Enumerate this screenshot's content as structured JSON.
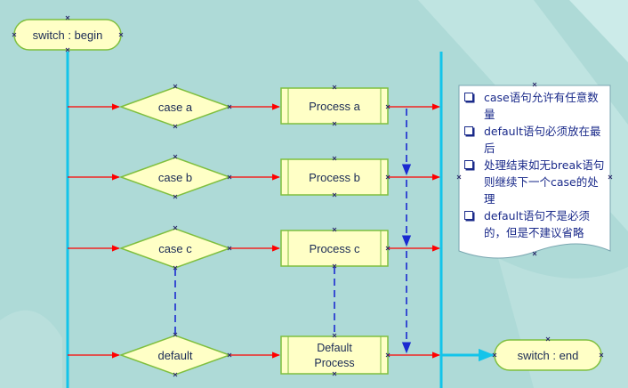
{
  "diagram": {
    "start": {
      "label": "switch : begin"
    },
    "end": {
      "label": "switch : end"
    },
    "cases": [
      {
        "condition": "case a",
        "process": "Process a"
      },
      {
        "condition": "case b",
        "process": "Process b"
      },
      {
        "condition": "case c",
        "process": "Process c"
      },
      {
        "condition": "default",
        "process_lines": [
          "Default",
          "Process"
        ]
      }
    ],
    "notes": [
      "case语句允许有任意数量",
      "default语句必须放在最后",
      "处理结束如无break语句则继续下一个case的处理",
      "default语句不是必须的，但是不建议省略"
    ],
    "colors": {
      "background": "#aedad7",
      "node_fill": "#ffffc6",
      "node_stroke": "#7fbf3f",
      "bus_line": "#13c4ea",
      "arrow": "#ff0000",
      "dashed": "#1a2ad0",
      "note_fill": "#ffffff"
    }
  }
}
